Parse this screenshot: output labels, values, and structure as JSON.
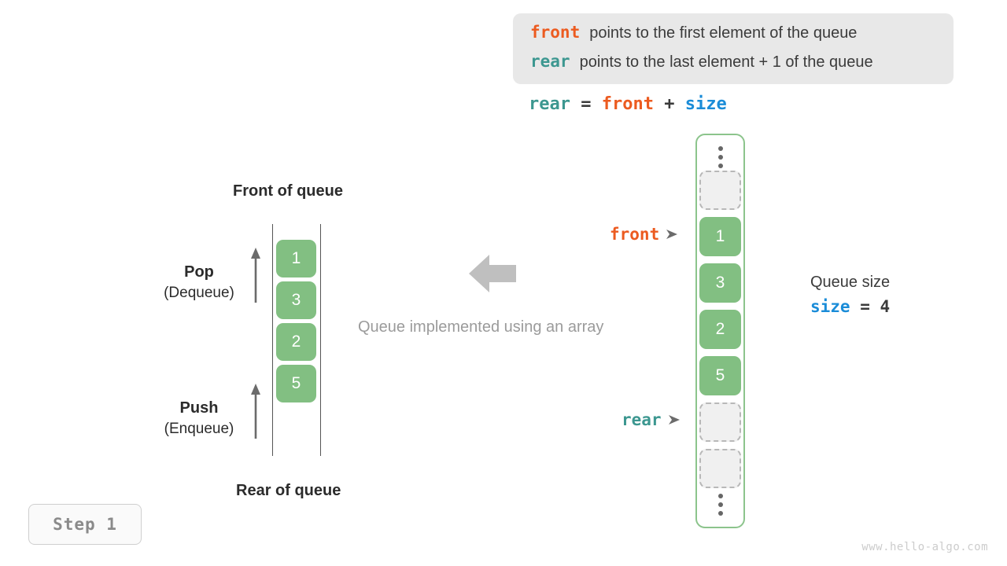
{
  "legend": {
    "lines": [
      {
        "key": "front",
        "key_color": "#ec5b20",
        "text": "points to the first element of the queue"
      },
      {
        "key": "rear",
        "key_color": "#3c9790",
        "text": "points to the last element + 1 of the queue"
      }
    ]
  },
  "formula": {
    "rear": "rear",
    "equals": " = ",
    "front": "front",
    "plus": " + ",
    "size": "size"
  },
  "left_queue": {
    "front_label": "Front of queue",
    "rear_label": "Rear of queue",
    "pop": {
      "title": "Pop",
      "sub": "(Dequeue)"
    },
    "push": {
      "title": "Push",
      "sub": "(Enqueue)"
    },
    "cells": [
      "1",
      "3",
      "2",
      "5"
    ]
  },
  "center": {
    "caption": "Queue implemented using an array"
  },
  "array": {
    "top_ellipsis": "⋮",
    "bottom_ellipsis": "⋮",
    "cells": [
      {
        "value": "",
        "state": "empty"
      },
      {
        "value": "1",
        "state": "filled"
      },
      {
        "value": "3",
        "state": "filled"
      },
      {
        "value": "2",
        "state": "filled"
      },
      {
        "value": "5",
        "state": "filled"
      },
      {
        "value": "",
        "state": "empty"
      },
      {
        "value": "",
        "state": "empty"
      }
    ],
    "pointers": [
      {
        "name": "front",
        "label": "front",
        "color": "#ec5b20"
      },
      {
        "name": "rear",
        "label": "rear",
        "color": "#3c9790"
      }
    ]
  },
  "queue_size": {
    "title": "Queue size",
    "key": "size",
    "expr": " = 4"
  },
  "step_badge": "Step 1",
  "watermark": "www.hello-algo.com",
  "colors": {
    "cell_green": "#82bf82",
    "container_green": "#8cc48c",
    "front_orange": "#ec5b20",
    "rear_teal": "#3c9790",
    "size_blue": "#1a8cd8",
    "legend_bg": "#e8e8e8",
    "muted_gray": "#9b9b9b"
  }
}
